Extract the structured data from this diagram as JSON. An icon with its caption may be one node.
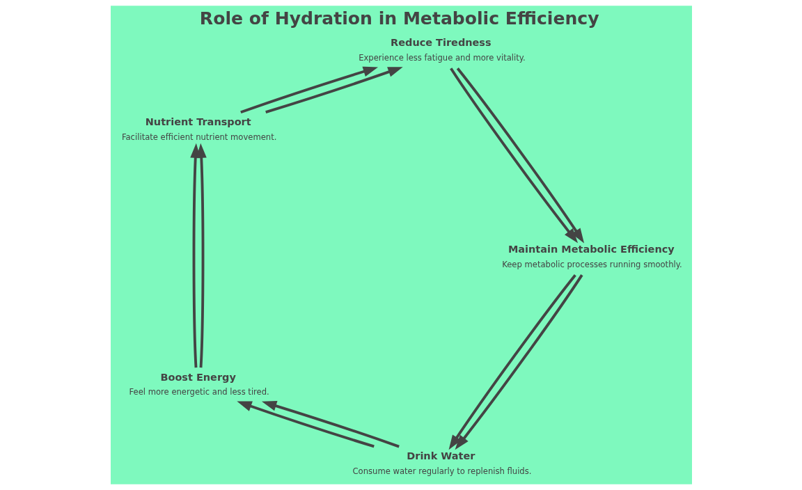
{
  "diagram": {
    "title": "Role of Hydration in Metabolic Efficiency",
    "nodes": [
      {
        "text": [
          "Drink Water",
          "Consume water regularly to replenish fluids."
        ]
      },
      {
        "text": [
          "Boost Energy",
          "Feel more energetic and less tired."
        ]
      },
      {
        "text": [
          "Nutrient Transport",
          "Facilitate efficient nutrient movement."
        ]
      },
      {
        "text": [
          "Reduce Tiredness",
          "Experience less fatigue and more vitality."
        ]
      },
      {
        "text": [
          "Maintain Metabolic Efficiency",
          "Keep metabolic processes running smoothly."
        ]
      }
    ],
    "edges": [
      {
        "from": 0,
        "to": 1,
        "arrow": "to"
      },
      {
        "from": 0,
        "to": 1,
        "arrow": "to"
      },
      {
        "from": 1,
        "to": 2,
        "arrow": "to"
      },
      {
        "from": 1,
        "to": 2,
        "arrow": "to"
      },
      {
        "from": 2,
        "to": 3,
        "arrow": "to"
      },
      {
        "from": 2,
        "to": 3,
        "arrow": "to"
      },
      {
        "from": 3,
        "to": 4,
        "arrow": "to"
      },
      {
        "from": 3,
        "to": 4,
        "arrow": "to"
      },
      {
        "from": 4,
        "to": 0,
        "arrow": "to"
      },
      {
        "from": 4,
        "to": 0,
        "arrow": "to"
      }
    ]
  }
}
